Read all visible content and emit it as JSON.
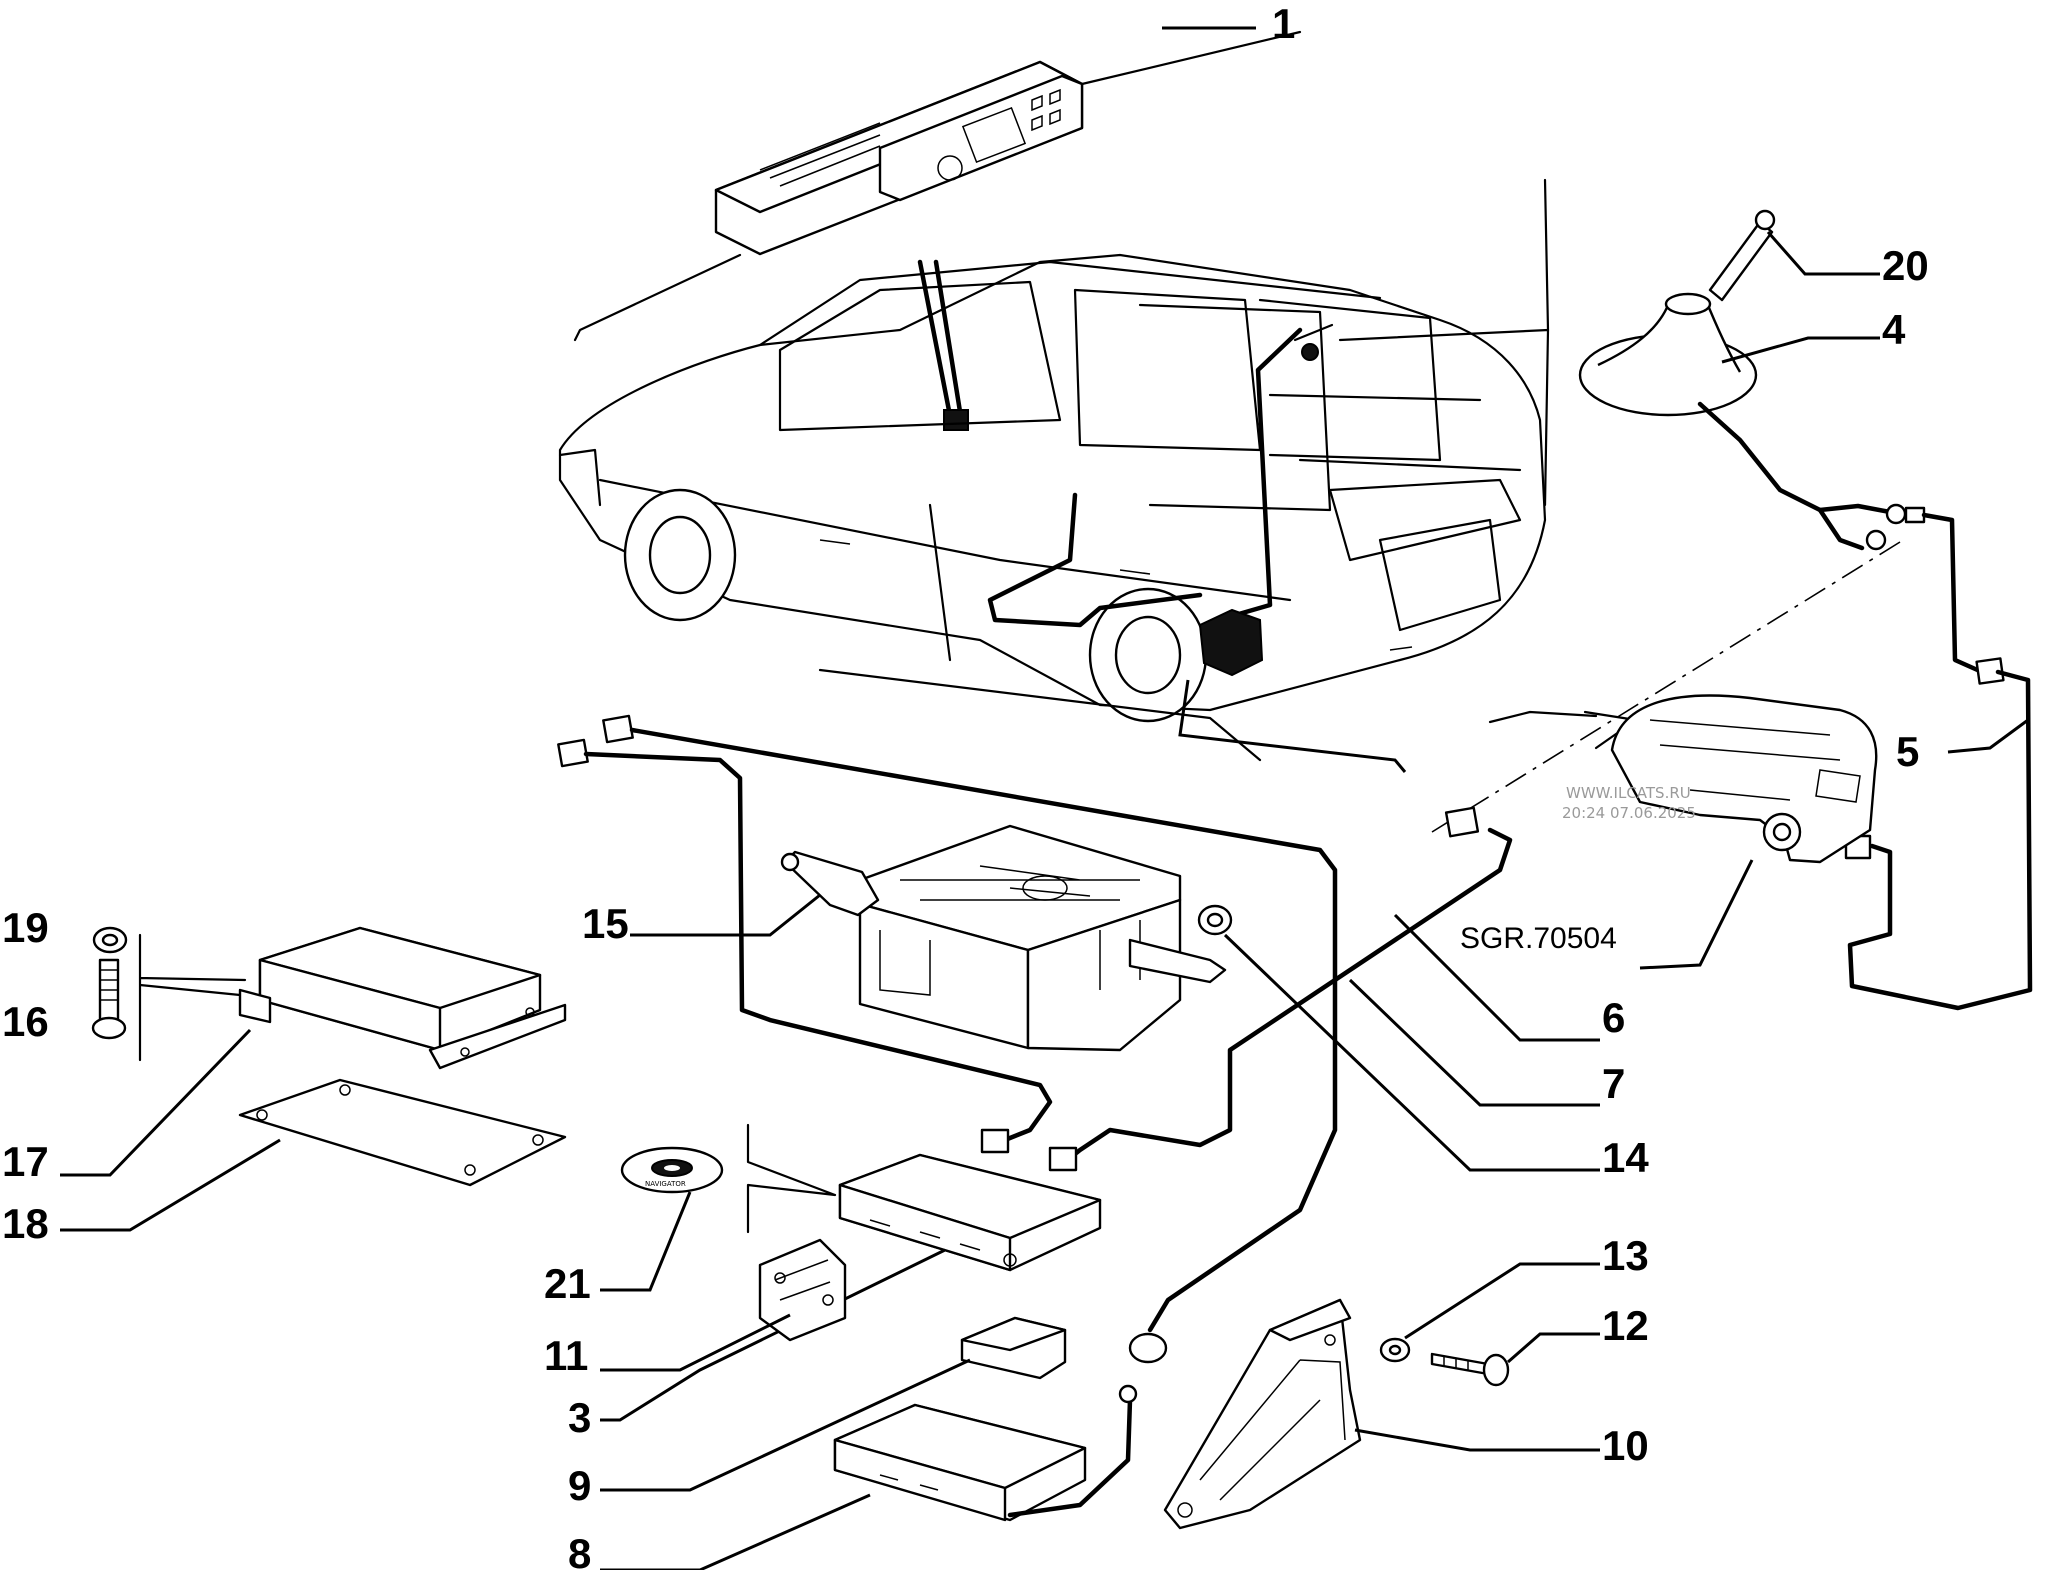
{
  "callouts": [
    {
      "id": "1",
      "label": "1"
    },
    {
      "id": "20",
      "label": "20"
    },
    {
      "id": "4",
      "label": "4"
    },
    {
      "id": "5",
      "label": "5"
    },
    {
      "id": "6",
      "label": "6"
    },
    {
      "id": "7",
      "label": "7"
    },
    {
      "id": "14",
      "label": "14"
    },
    {
      "id": "15",
      "label": "15"
    },
    {
      "id": "19",
      "label": "19"
    },
    {
      "id": "16",
      "label": "16"
    },
    {
      "id": "17",
      "label": "17"
    },
    {
      "id": "18",
      "label": "18"
    },
    {
      "id": "21",
      "label": "21"
    },
    {
      "id": "11",
      "label": "11"
    },
    {
      "id": "3",
      "label": "3"
    },
    {
      "id": "9",
      "label": "9"
    },
    {
      "id": "8",
      "label": "8"
    },
    {
      "id": "13",
      "label": "13"
    },
    {
      "id": "12",
      "label": "12"
    },
    {
      "id": "10",
      "label": "10"
    }
  ],
  "reference_code": "SGR.70504",
  "watermark": {
    "site": "WWW.ILCATS.RU",
    "timestamp": "20:24 07.06.2025"
  },
  "disc_label": "NAVIGATOR"
}
